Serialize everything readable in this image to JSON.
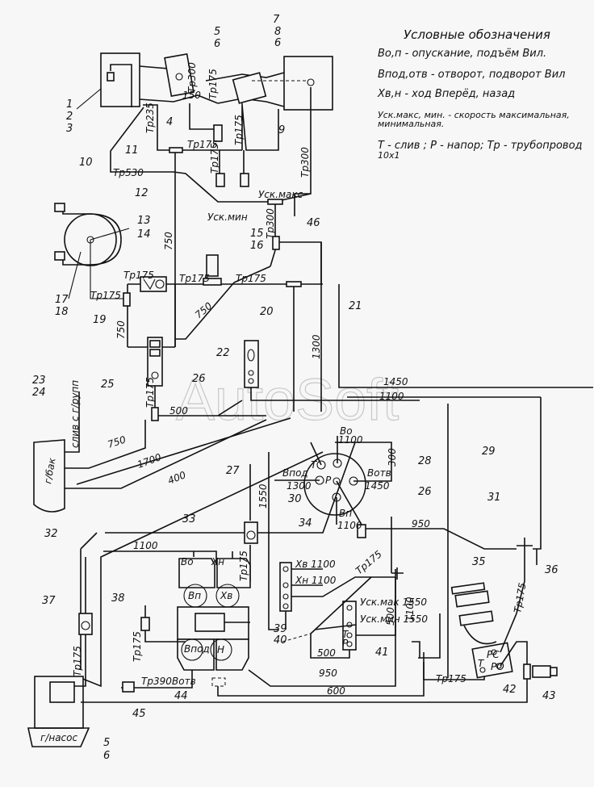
{
  "legend": {
    "title": "Условные обозначения",
    "lines": [
      "Во,п - опускание, подъём Вил.",
      "Впод,отв - отворот, подворот Вил",
      "Хв,н - ход Вперёд, назад",
      "Уск.макс, мин. - скорость максимальная,",
      "минимальная.",
      "Т - слив ; Р - напор; Тр - трубопровод",
      "10х1"
    ]
  },
  "watermark": "AutoSoft",
  "callouts": {
    "c1": "1",
    "c2": "2",
    "c3": "3",
    "c4": "4",
    "c5a": "5",
    "c6a": "6",
    "c7": "7",
    "c8": "8",
    "c6b": "6",
    "c9": "9",
    "c10": "10",
    "c11": "11",
    "c12": "12",
    "c13": "13",
    "c14": "14",
    "c15": "15",
    "c16": "16",
    "c17": "17",
    "c18": "18",
    "c19": "19",
    "c20": "20",
    "c21": "21",
    "c22": "22",
    "c23": "23",
    "c24": "24",
    "c25": "25",
    "c26a": "26",
    "c26b": "26",
    "c27": "27",
    "c28": "28",
    "c29": "29",
    "c30": "30",
    "c31": "31",
    "c32": "32",
    "c33": "33",
    "c34": "34",
    "c35": "35",
    "c36": "36",
    "c37": "37",
    "c38": "38",
    "c39": "39",
    "c40": "40",
    "c41": "41",
    "c42": "42",
    "c43": "43",
    "c44": "44",
    "c45": "45",
    "c46": "46",
    "c5b": "5",
    "c6c": "6"
  },
  "pipes": {
    "tr300a": "Тр300",
    "l150": "150",
    "tr175a": "Тр175",
    "tr235": "Тр235",
    "tr175b": "Тр175",
    "tr175c": "Тр175",
    "tr175d": "Тр175",
    "tr530": "Тр530",
    "tr300b": "Тр300",
    "usk_max": "Уск.макс",
    "usk_min": "Уск.мин",
    "l750a": "750",
    "tr300c": "Тр300",
    "tr175e": "Тр175",
    "tr175f": "Тр175",
    "tr175g": "Тр175",
    "tr175h": "Тр175",
    "l750b": "750",
    "l750c": "750",
    "l1300": "1300",
    "l1450a": "1450",
    "l1100a": "1100",
    "tr175i": "Тр175",
    "l500a": "500",
    "l750d": "750",
    "l1700": "1700",
    "l400": "400",
    "l1550": "1550",
    "l1100b": "1100",
    "tr175j": "Тр175",
    "tr175k": "Тр175",
    "tr175l": "Тр175",
    "tr390": "Тр390",
    "l950a": "950",
    "l600": "600",
    "tr175m": "Тр175",
    "tr175n": "Тр175",
    "tr175o": "Тр175",
    "l1100c": "1100",
    "l950b": "950",
    "l300": "300",
    "l500b": "500",
    "l500c": "500"
  },
  "ports": {
    "bo": "Во",
    "bo_len": "1100",
    "bpod": "Впод",
    "bpod_len": "1300",
    "botv": "Вотв",
    "botv_len": "1450",
    "bp": "Вп",
    "bp_len": "1100",
    "t": "Т",
    "p": "Р",
    "xv_1100": "Хв 1100",
    "xn_1100": "Хн 1100",
    "usk_mak_1550": "Уск.мак 1550",
    "usk_min_1550": "Уск.мин 1550",
    "v_a": "Во",
    "x_n": "Хн",
    "btn_bp": "Вп",
    "btn_xv": "Хв",
    "btn_bpod": "Впод",
    "btn_h": "Н",
    "botv2": "Вотв",
    "pc": "РС",
    "po": "РО",
    "t2": "Т"
  },
  "tanks": {
    "hyd_tank": "г/бак",
    "drain_label": "слив с г/рупп",
    "pump": "г/насос"
  }
}
